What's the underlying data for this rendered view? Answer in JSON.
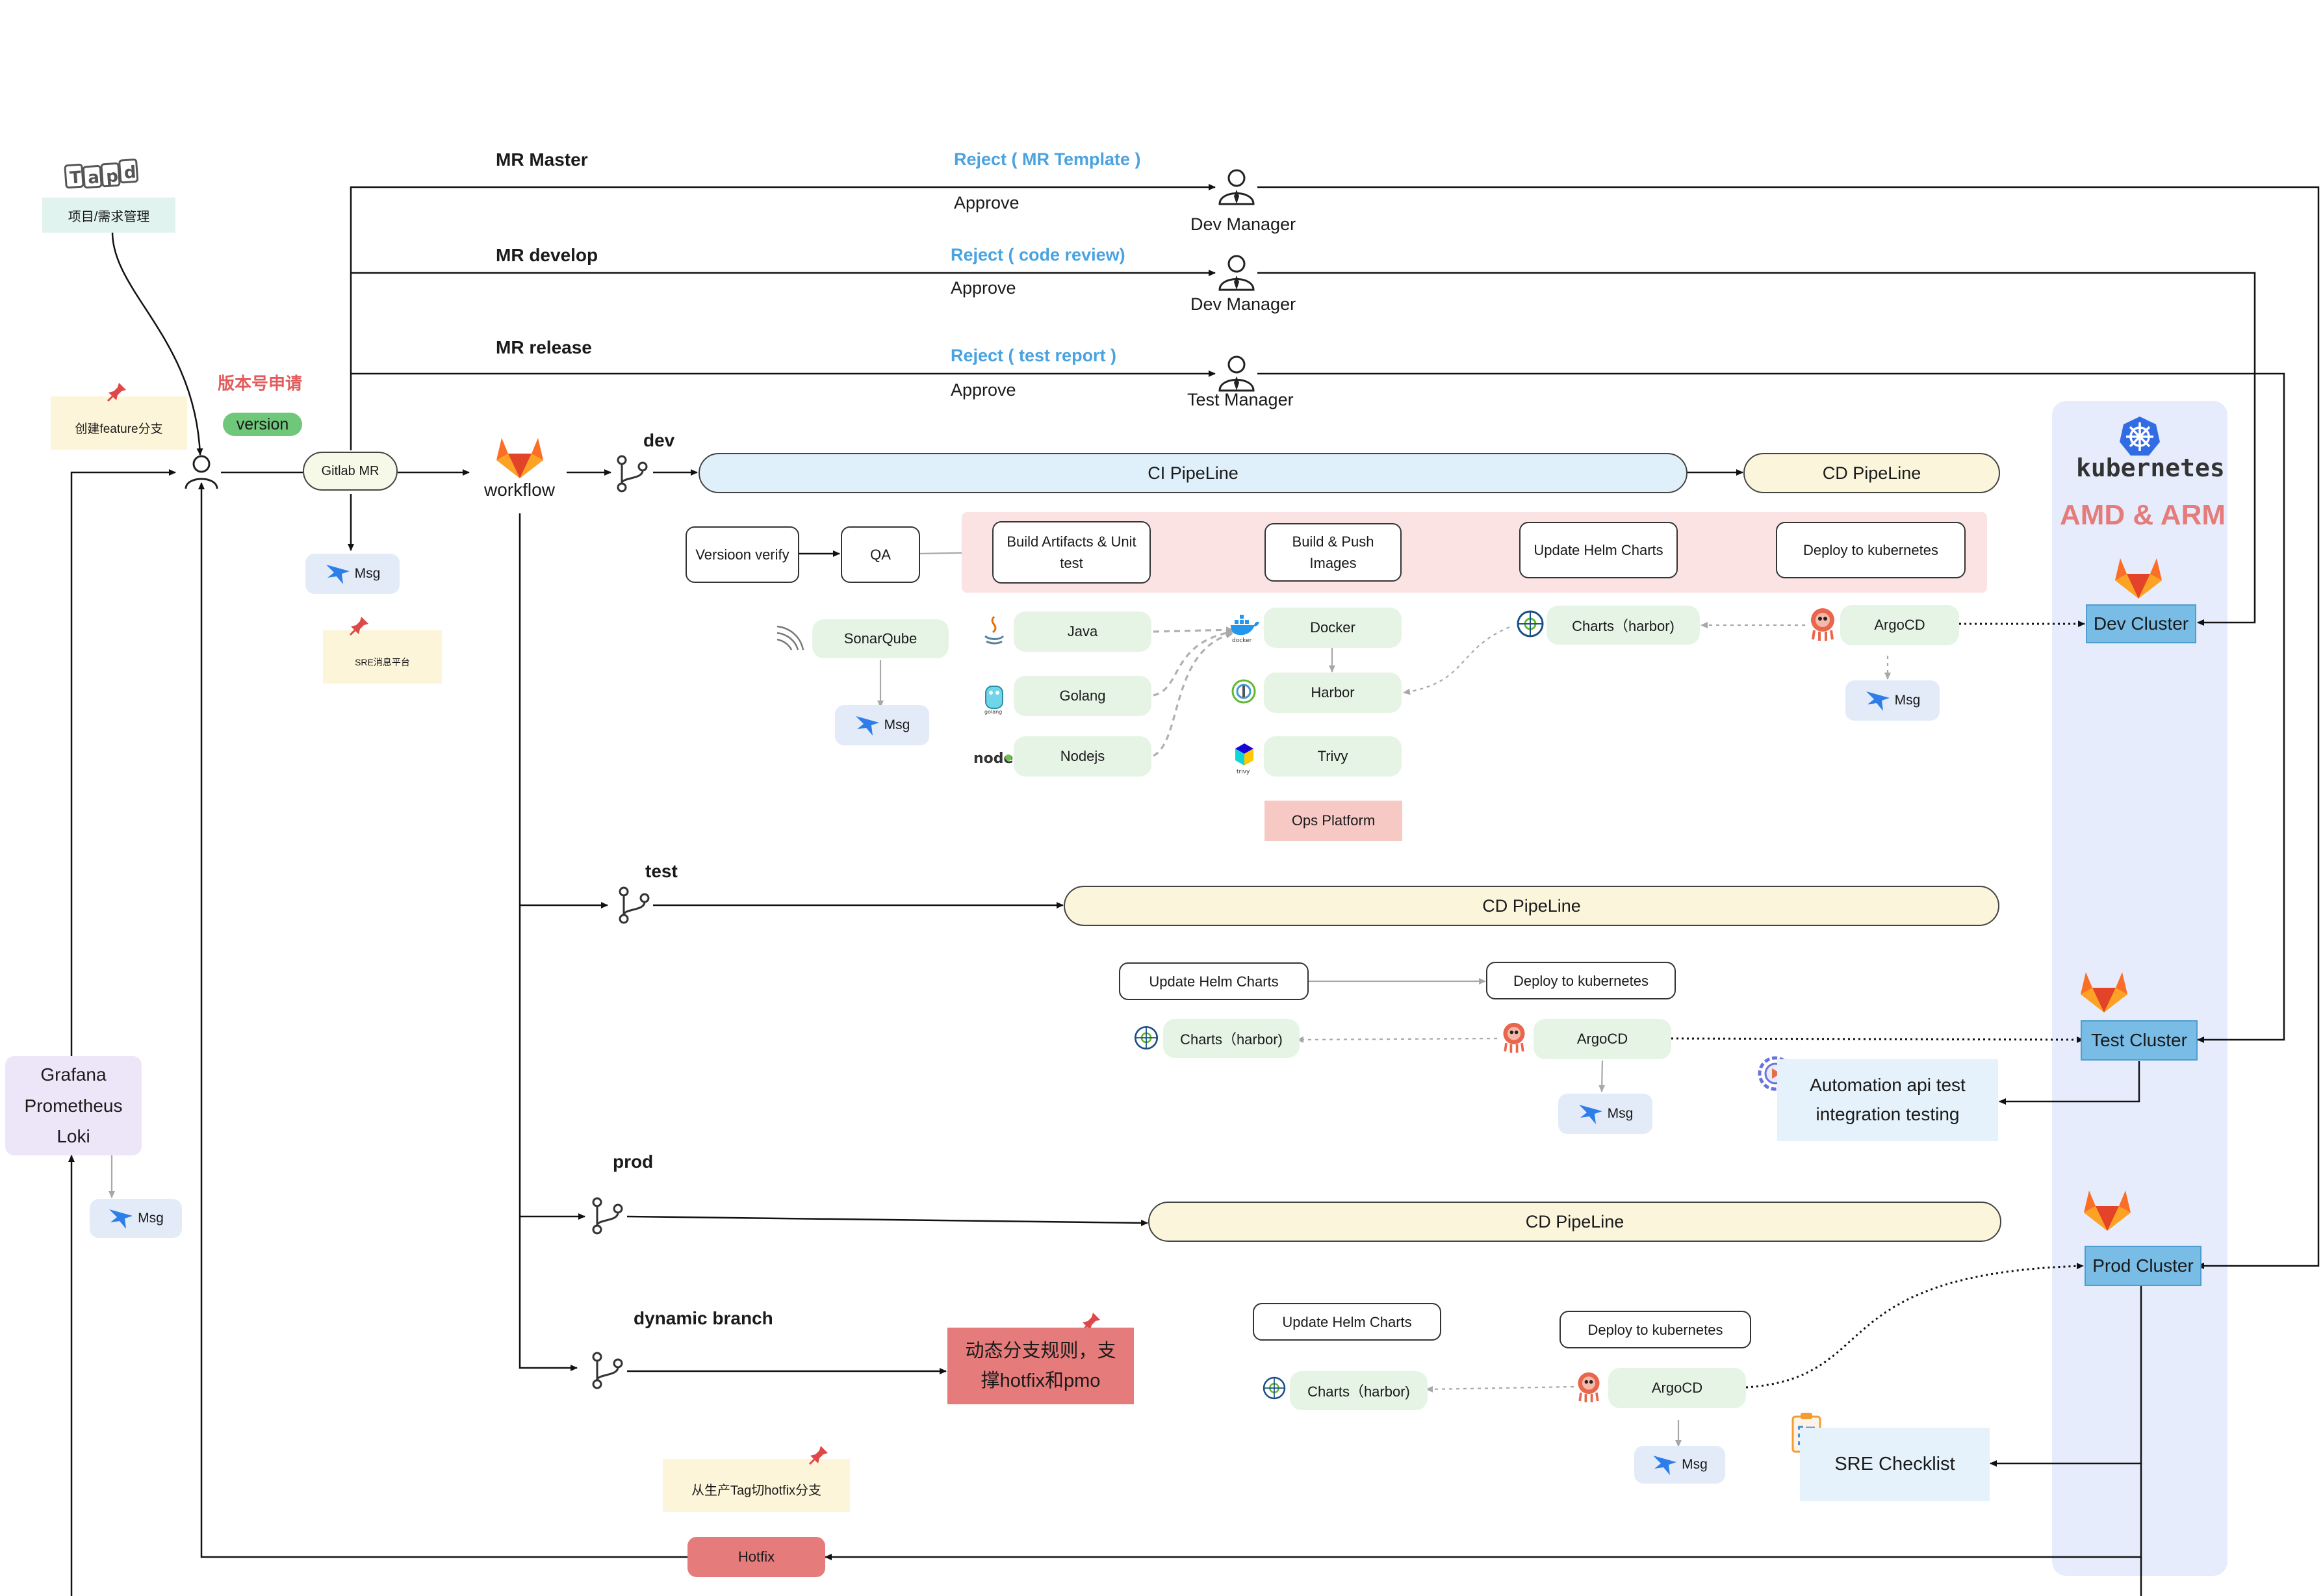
{
  "tapd": {
    "logo": "Tapd",
    "label": "项目/需求管理"
  },
  "notes": {
    "feature_branch": "创建feature分支",
    "sre_msg_platform": "SRE消息平台",
    "hotfix_from_tag": "从生产Tag切hotfix分支",
    "dynamic_rule": "动态分支规则，支撑hotfix和pmo"
  },
  "version_apply": {
    "title": "版本号申请",
    "badge": "version"
  },
  "gitlab_mr": "Gitlab MR",
  "workflow": "workflow",
  "msg": "Msg",
  "mr": {
    "master": {
      "title": "MR  Master",
      "reject": "Reject ( MR Template )",
      "approve": "Approve",
      "approver": "Dev Manager"
    },
    "develop": {
      "title": "MR develop",
      "reject": "Reject ( code  review)",
      "approve": "Approve",
      "approver": "Dev Manager"
    },
    "release": {
      "title": "MR release",
      "reject": "Reject (  test report )",
      "approve": "Approve",
      "approver": "Test Manager"
    }
  },
  "branches": {
    "dev": "dev",
    "test": "test",
    "prod": "prod",
    "dynamic": "dynamic branch"
  },
  "dev_pipeline": {
    "ci": "CI PipeLine",
    "cd": "CD PipeLine",
    "steps": [
      "Versioon verify",
      "QA",
      "Build Artifacts & Unit test",
      "Build & Push Images",
      "Update Helm Charts",
      "Deploy to kubernetes"
    ],
    "sonarqube": "SonarQube",
    "languages": [
      "Java",
      "Golang",
      "Nodejs"
    ],
    "tools": [
      "Docker",
      "Harbor",
      "Trivy"
    ],
    "ops_platform": "Ops Platform",
    "charts": "Charts（harbor)",
    "argocd": "ArgoCD"
  },
  "test_pipeline": {
    "cd": "CD PipeLine",
    "update": "Update Helm Charts",
    "deploy": "Deploy to kubernetes",
    "charts": "Charts（harbor)",
    "argocd": "ArgoCD",
    "automation": "Automation api test integration testing"
  },
  "prod_pipeline": {
    "cd": "CD PipeLine",
    "update": "Update Helm Charts",
    "deploy": "Deploy to kubernetes",
    "charts": "Charts（harbor)",
    "argocd": "ArgoCD",
    "checklist": "SRE Checklist"
  },
  "kubernetes": {
    "logo": "kubernetes",
    "arch": "AMD & ARM",
    "clusters": [
      "Dev Cluster",
      "Test Cluster",
      "Prod Cluster"
    ]
  },
  "monitoring": [
    "Grafana",
    "Prometheus",
    "Loki"
  ],
  "hotfix": "Hotfix",
  "icons": [
    "tapd-logo",
    "pin-icon",
    "user-icon",
    "gitlab-icon",
    "branch-icon",
    "manager-icon",
    "msg-bird-icon",
    "java-icon",
    "golang-icon",
    "nodejs-icon",
    "docker-icon",
    "harbor-icon",
    "trivy-icon",
    "helm-icon",
    "argocd-icon",
    "sonarqube-icon",
    "kubernetes-icon",
    "checklist-icon",
    "automation-icon"
  ],
  "colors": {
    "accent_blue": "#4aa3e0",
    "version_red": "#e35b5b",
    "cluster_blue": "#79bde6",
    "ci_fill": "#dff0fb",
    "cd_fill": "#fbf5dc",
    "rule_red": "#e57b7b",
    "panel": "#e6ecfb"
  }
}
